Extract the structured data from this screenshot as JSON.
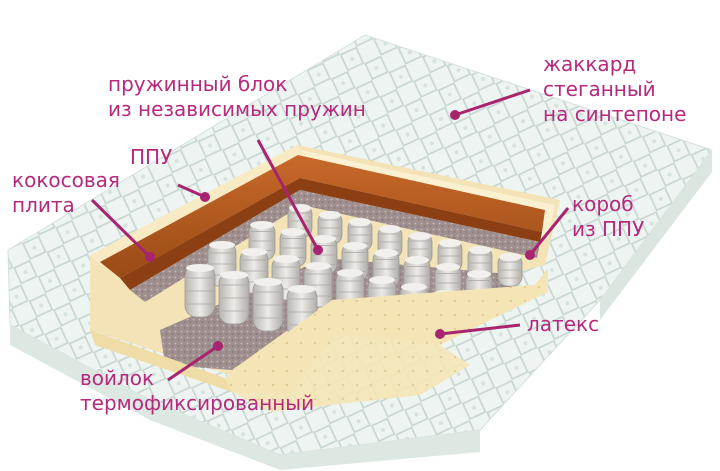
{
  "labels": {
    "jacquard": [
      "жаккард",
      "стеганный",
      "на синтепоне"
    ],
    "spring_block": [
      "пружинный блок",
      "из независимых пружин"
    ],
    "ppu": "ППУ",
    "coconut": [
      "кокосовая",
      "плита"
    ],
    "frame": [
      "короб",
      "из ППУ"
    ],
    "latex": "латекс",
    "felt": [
      "войлок",
      "термофиксированный"
    ]
  },
  "colors": {
    "label_text": "#b52a7e",
    "pointer": "#a8246f",
    "quilted_cover": "#eaf2ee",
    "foam": "#f6e7bc",
    "coconut": "#b45a1d",
    "felt": "#9a8a88",
    "spring": "#d9d7d3",
    "latex": "#f4e3b0"
  }
}
